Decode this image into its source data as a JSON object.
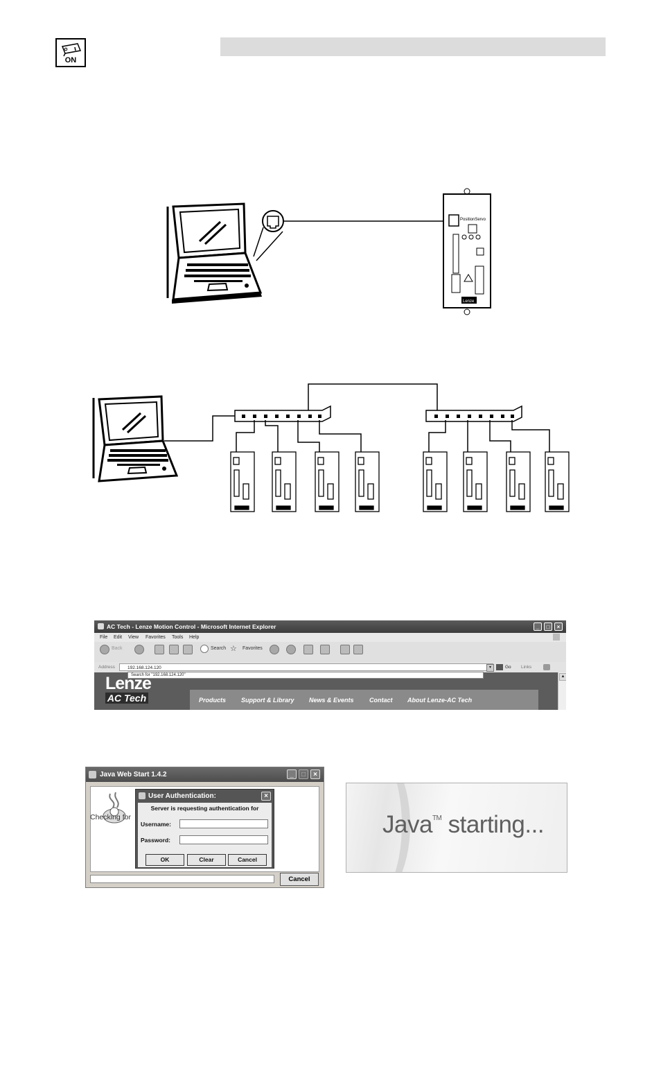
{
  "header": {
    "power_icon_label": "ON"
  },
  "diagrams": {
    "single_connection": {
      "drive_brand_text": "PositionServo",
      "drive_logo_text": "Lenze"
    },
    "network_connection": {
      "switch_count": 2,
      "drives_per_switch": 4
    }
  },
  "ie_window": {
    "title": "AC Tech - Lenze Motion Control - Microsoft Internet Explorer",
    "menu": [
      "File",
      "Edit",
      "View",
      "Favorites",
      "Tools",
      "Help"
    ],
    "toolbar": {
      "back": "Back",
      "search": "Search",
      "favorites": "Favorites"
    },
    "address_label": "Address",
    "address_value": "192.168.124.120",
    "autocomplete": "Search for \"192.168.124.120\"",
    "go_label": "Go",
    "links_label": "Links",
    "logo_primary": "Lenze",
    "logo_secondary": "AC Tech",
    "nav": [
      "Products",
      "Support & Library",
      "News & Events",
      "Contact",
      "About Lenze-AC Tech"
    ]
  },
  "java_web_start": {
    "title": "Java Web Start 1.4.2",
    "status_text": "Checking for",
    "cancel_label": "Cancel"
  },
  "auth_dialog": {
    "title": "User Authentication:",
    "prompt": "Server  is requesting authentication for",
    "username_label": "Username:",
    "password_label": "Password:",
    "username_value": "",
    "password_value": "",
    "ok_label": "OK",
    "clear_label": "Clear",
    "cancel_label": "Cancel"
  },
  "splash": {
    "text_main": "Java",
    "text_tm": "TM",
    "text_rest": " starting..."
  }
}
